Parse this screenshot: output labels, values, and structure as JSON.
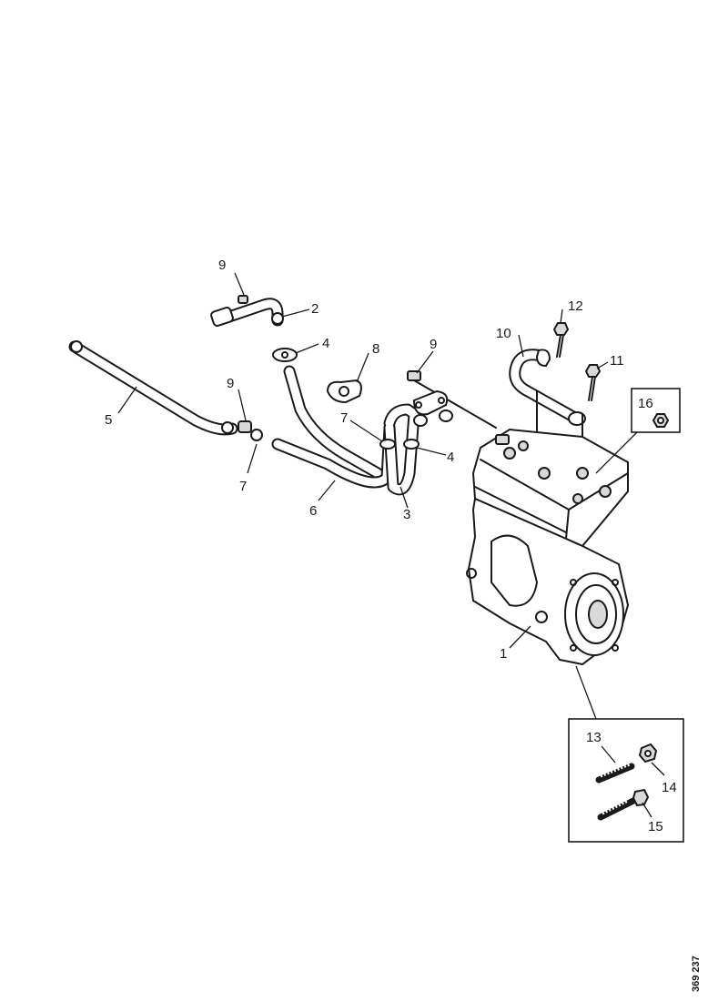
{
  "callouts": {
    "c1": "1",
    "c2": "2",
    "c3": "3",
    "c4a": "4",
    "c4b": "4",
    "c5": "5",
    "c6": "6",
    "c7a": "7",
    "c7b": "7",
    "c8": "8",
    "c9a": "9",
    "c9b": "9",
    "c9c": "9",
    "c10": "10",
    "c11": "11",
    "c12": "12",
    "c13": "13",
    "c14": "14",
    "c15": "15",
    "c16": "16"
  },
  "reference_number": "369 237"
}
